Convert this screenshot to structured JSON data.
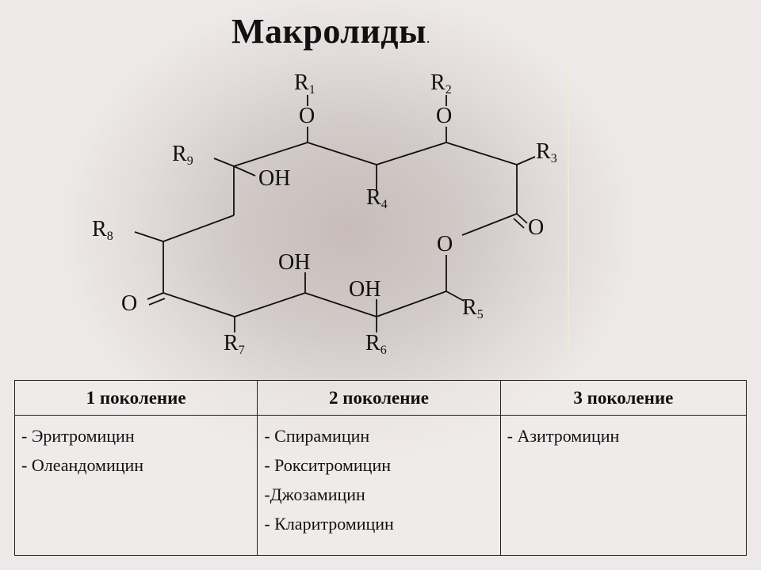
{
  "title": "Макролиды",
  "title_dot": ".",
  "structure": {
    "R1": {
      "letter": "R",
      "index": "1"
    },
    "R2": {
      "letter": "R",
      "index": "2"
    },
    "R3": {
      "letter": "R",
      "index": "3"
    },
    "R4": {
      "letter": "R",
      "index": "4"
    },
    "R5": {
      "letter": "R",
      "index": "5"
    },
    "R6": {
      "letter": "R",
      "index": "6"
    },
    "R7": {
      "letter": "R",
      "index": "7"
    },
    "R8": {
      "letter": "R",
      "index": "8"
    },
    "R9": {
      "letter": "R",
      "index": "9"
    },
    "oh_top": "OH",
    "oh_bottom_left": "OH",
    "oh_bottom_right": "OH",
    "o_1": "O",
    "o_2": "O",
    "o_carbonyl_right": "O",
    "o_ring": "O",
    "o_carbonyl_left": "O"
  },
  "table": {
    "headers": [
      "1 поколение",
      "2 поколение",
      "3 поколение"
    ],
    "columns": [
      [
        "- Эритромицин",
        "- Олеандомицин"
      ],
      [
        "- Спирамицин",
        "- Рокситромицин",
        "-Джозамицин",
        "- Кларитромицин"
      ],
      [
        "- Азитромицин"
      ]
    ]
  }
}
